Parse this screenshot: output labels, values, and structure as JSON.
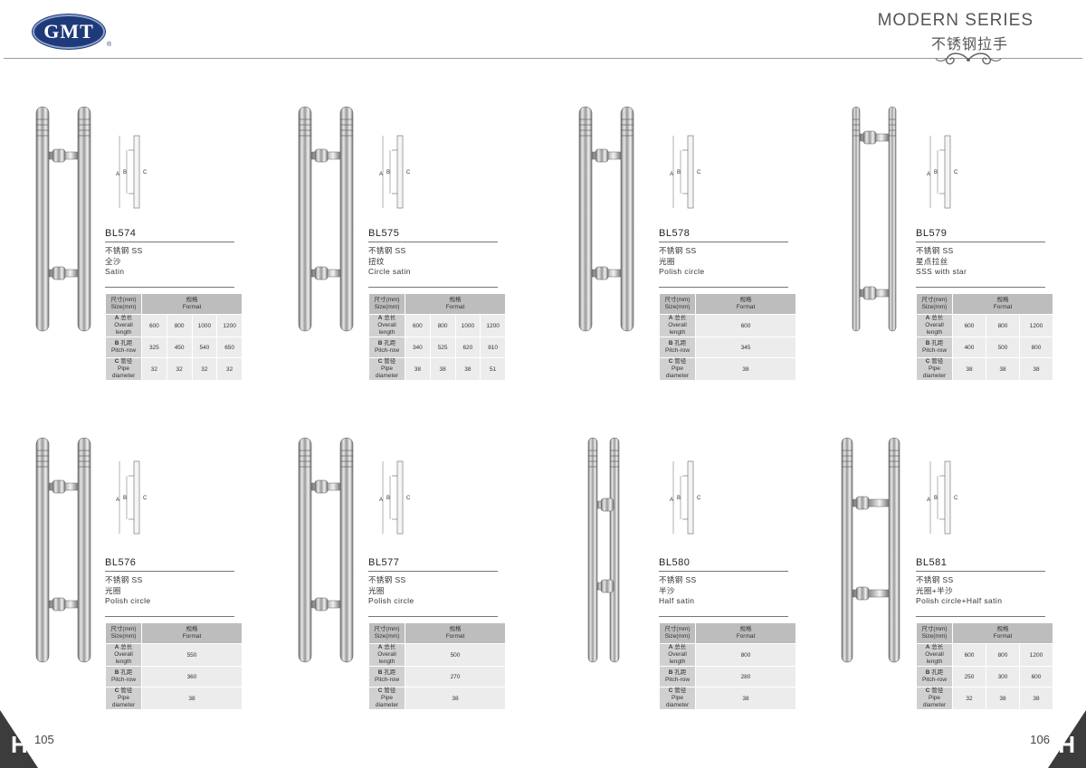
{
  "brand": {
    "logo_text": "GMT",
    "reg_mark": "®"
  },
  "header": {
    "series_title": "MODERN SERIES",
    "series_subtitle": "不锈钢拉手"
  },
  "table_labels": {
    "size_cn": "尺寸(mm)",
    "size_en": "Size(mm)",
    "format_cn": "规格",
    "format_en": "Format",
    "a_letter": "A",
    "a_cn": "总长",
    "a_en": "Overall length",
    "b_letter": "B",
    "b_cn": "孔距",
    "b_en": "Pitch-row",
    "c_letter": "C",
    "c_cn": "管径",
    "c_en": "Pipe diameter"
  },
  "diagram_labels": {
    "a": "A",
    "b": "B",
    "c": "C"
  },
  "products": [
    {
      "model": "BL574",
      "material": "不锈钢  SS",
      "finish_cn": "全沙",
      "finish_en": "Satin",
      "a": [
        "600",
        "800",
        "1000",
        "1200"
      ],
      "b": [
        "325",
        "450",
        "540",
        "650"
      ],
      "c": [
        "32",
        "32",
        "32",
        "32"
      ]
    },
    {
      "model": "BL575",
      "material": "不锈钢  SS",
      "finish_cn": "扭纹",
      "finish_en": "Circle satin",
      "a": [
        "600",
        "800",
        "1000",
        "1200"
      ],
      "b": [
        "340",
        "525",
        "620",
        "810"
      ],
      "c": [
        "38",
        "38",
        "38",
        "51"
      ]
    },
    {
      "model": "BL578",
      "material": "不锈钢  SS",
      "finish_cn": "光圈",
      "finish_en": "Polish circle",
      "a": [
        "600"
      ],
      "b": [
        "345"
      ],
      "c": [
        "38"
      ]
    },
    {
      "model": "BL579",
      "material": "不锈钢  SS",
      "finish_cn": "星点拉丝",
      "finish_en": "SSS with star",
      "a": [
        "600",
        "800",
        "1200"
      ],
      "b": [
        "400",
        "500",
        "800"
      ],
      "c": [
        "38",
        "38",
        "38"
      ]
    },
    {
      "model": "BL576",
      "material": "不锈钢  SS",
      "finish_cn": "光圈",
      "finish_en": "Polish circle",
      "a": [
        "550"
      ],
      "b": [
        "360"
      ],
      "c": [
        "38"
      ]
    },
    {
      "model": "BL577",
      "material": "不锈钢  SS",
      "finish_cn": "光圈",
      "finish_en": "Polish circle",
      "a": [
        "500"
      ],
      "b": [
        "270"
      ],
      "c": [
        "38"
      ]
    },
    {
      "model": "BL580",
      "material": "不锈钢  SS",
      "finish_cn": "半沙",
      "finish_en": "Half satin",
      "a": [
        "800"
      ],
      "b": [
        "280"
      ],
      "c": [
        "38"
      ]
    },
    {
      "model": "BL581",
      "material": "不锈钢  SS",
      "finish_cn": "光圈+半沙",
      "finish_en": "Polish circle+Half satin",
      "a": [
        "600",
        "800",
        "1200"
      ],
      "b": [
        "250",
        "300",
        "600"
      ],
      "c": [
        "32",
        "38",
        "38"
      ]
    }
  ],
  "footer": {
    "corner_letter": "H",
    "page_left": "105",
    "page_right": "106"
  }
}
